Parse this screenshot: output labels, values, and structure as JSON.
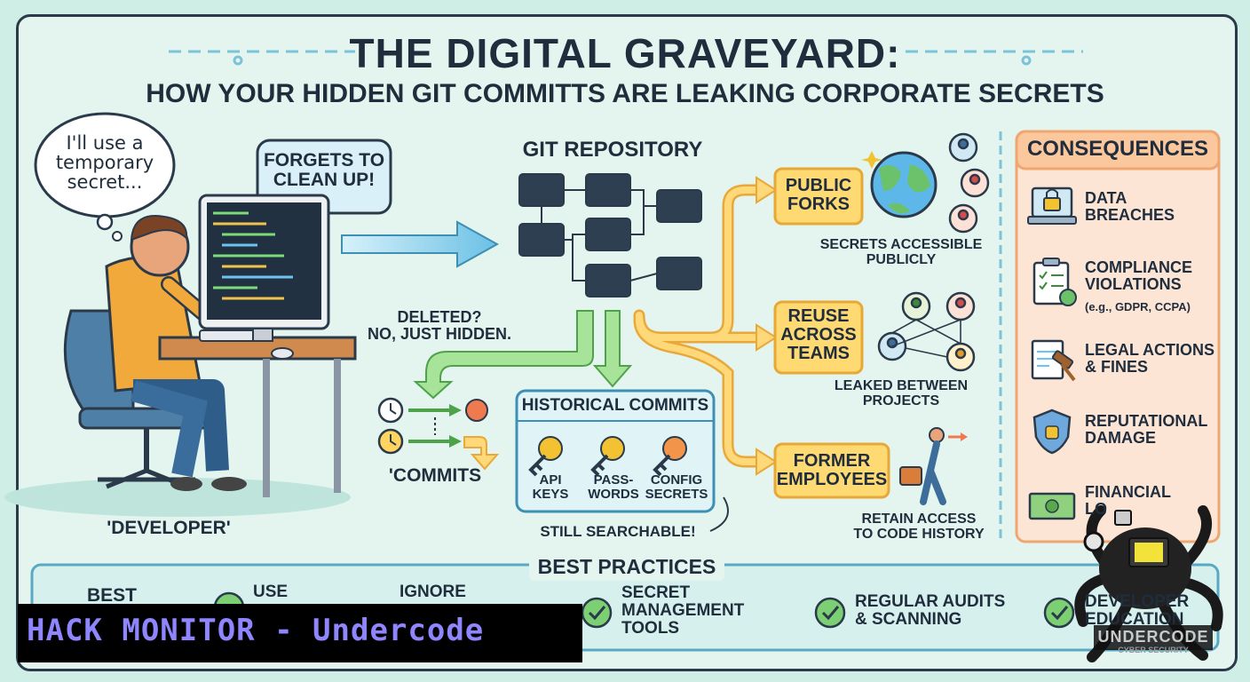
{
  "title": "THE DIGITAL GRAVEYARD:",
  "subtitle": "HOW YOUR HIDDEN GIT COMMITTS ARE LEAKING CORPORATE SECRETS",
  "developer": {
    "thought": "I'll use a\ntemporary\nsecret...",
    "callout": "FORGETS TO\nCLEAN UP!",
    "label": "'DEVELOPER'"
  },
  "repository": {
    "label": "GIT REPOSITORY",
    "deleted": "DELETED?\nNO, JUST HIDDEN.",
    "commits_label": "'COMMITS"
  },
  "historical": {
    "title": "HISTORICAL COMMITS",
    "keys": [
      "API\nKEYS",
      "PASS-\nWORDS",
      "CONFIG\nSECRETS"
    ],
    "note": "STILL SEARCHABLE!"
  },
  "paths": [
    {
      "label": "PUBLIC\nFORKS",
      "caption": "SECRETS ACCESSIBLE\nPUBLICLY"
    },
    {
      "label": "REUSE\nACROSS\nTEAMS",
      "caption": "LEAKED BETWEEN\nPROJECTS"
    },
    {
      "label": "FORMER\nEMPLOYEES",
      "caption": "RETAIN ACCESS\nTO CODE HISTORY"
    }
  ],
  "consequences": {
    "title": "CONSEQUENCES",
    "items": [
      {
        "label": "DATA\nBREACHES",
        "icon": "laptop-lock-icon"
      },
      {
        "label": "COMPLIANCE\nVIOLATIONS",
        "note": "(e.g., GDPR, CCPA)",
        "icon": "clipboard-check-icon"
      },
      {
        "label": "LEGAL ACTIONS\n& FINES",
        "icon": "gavel-icon"
      },
      {
        "label": "REPUTATIONAL\nDAMAGE",
        "icon": "shield-thumb-icon"
      },
      {
        "label": "FINANCIAL\nLO",
        "icon": "money-icon"
      }
    ]
  },
  "best_practices": {
    "title": "BEST PRACTICES",
    "items": [
      "BEST",
      "USE",
      "IGNORE",
      "SECRET\nMANAGEMENT\nTOOLS",
      "REGULAR AUDITS\n& SCANNING",
      "DEVELOPER\nEDUCATION"
    ]
  },
  "watermark": {
    "brand": "UNDERCODE",
    "tag": "CYBER SECURITY"
  },
  "overlay": "HACK MONITOR - Undercode",
  "colors": {
    "accent_yellow": "#ffd560",
    "consequence_bg": "#fde5d6",
    "arrow_green": "#7ccf72",
    "arrow_blue": "#7fc7e6"
  }
}
